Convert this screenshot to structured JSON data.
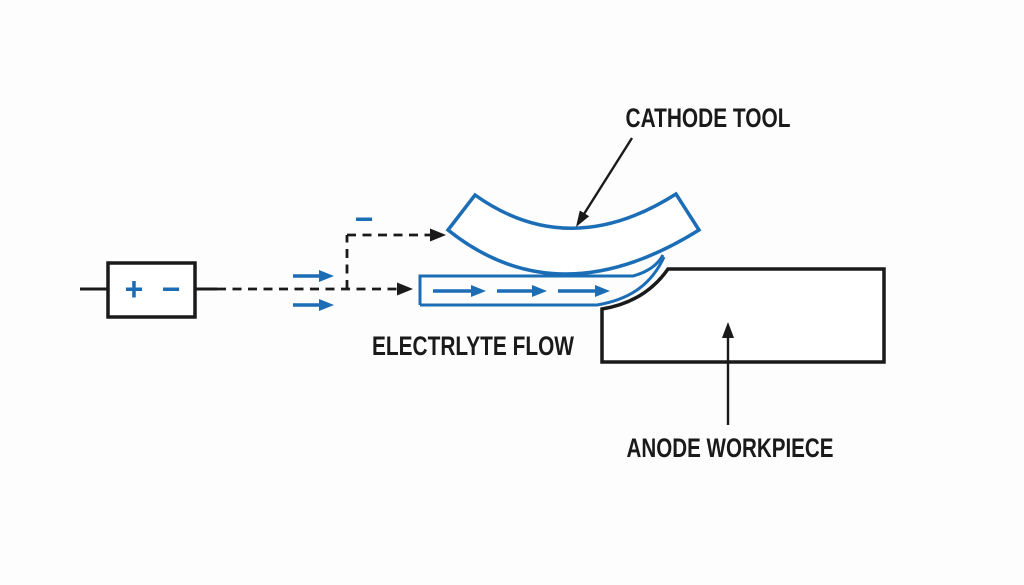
{
  "diagram_type": "electrochemical-machining-schematic",
  "colors": {
    "line": "#1a1a1a",
    "accent": "#1b6db6",
    "background": "#fdfdfd"
  },
  "power_source": {
    "plus_symbol": "+",
    "minus_symbol": "−"
  },
  "wiring": {
    "negative_branch_symbol": "−"
  },
  "labels": {
    "cathode_tool": "CATHODE TOOL",
    "electrolyte_flow": "ELECTRLYTE FLOW",
    "anode_workpiece": "ANODE WORKPIECE"
  }
}
